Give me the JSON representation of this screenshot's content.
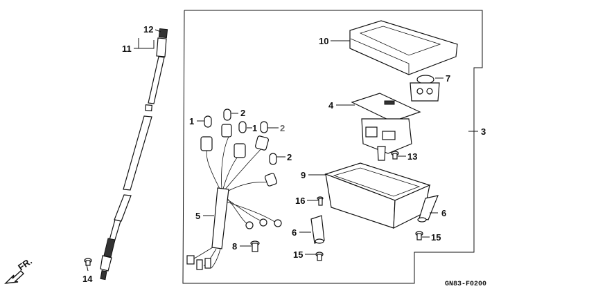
{
  "diagram_code": "GN83-F0200",
  "front_label": "FR.",
  "callouts": [
    {
      "id": "c12",
      "text": "12"
    },
    {
      "id": "c11",
      "text": "11"
    },
    {
      "id": "c14",
      "text": "14"
    },
    {
      "id": "c1a",
      "text": "1"
    },
    {
      "id": "c2a",
      "text": "2"
    },
    {
      "id": "c1b",
      "text": "1"
    },
    {
      "id": "c2b",
      "text": "2"
    },
    {
      "id": "c2c",
      "text": "2"
    },
    {
      "id": "c5",
      "text": "5"
    },
    {
      "id": "c8",
      "text": "8"
    },
    {
      "id": "c10",
      "text": "10"
    },
    {
      "id": "c7",
      "text": "7"
    },
    {
      "id": "c4",
      "text": "4"
    },
    {
      "id": "c3",
      "text": "3"
    },
    {
      "id": "c13",
      "text": "13"
    },
    {
      "id": "c9",
      "text": "9"
    },
    {
      "id": "c16",
      "text": "16"
    },
    {
      "id": "c6a",
      "text": "6"
    },
    {
      "id": "c6b",
      "text": "6"
    },
    {
      "id": "c15a",
      "text": "15"
    },
    {
      "id": "c15b",
      "text": "15"
    }
  ]
}
